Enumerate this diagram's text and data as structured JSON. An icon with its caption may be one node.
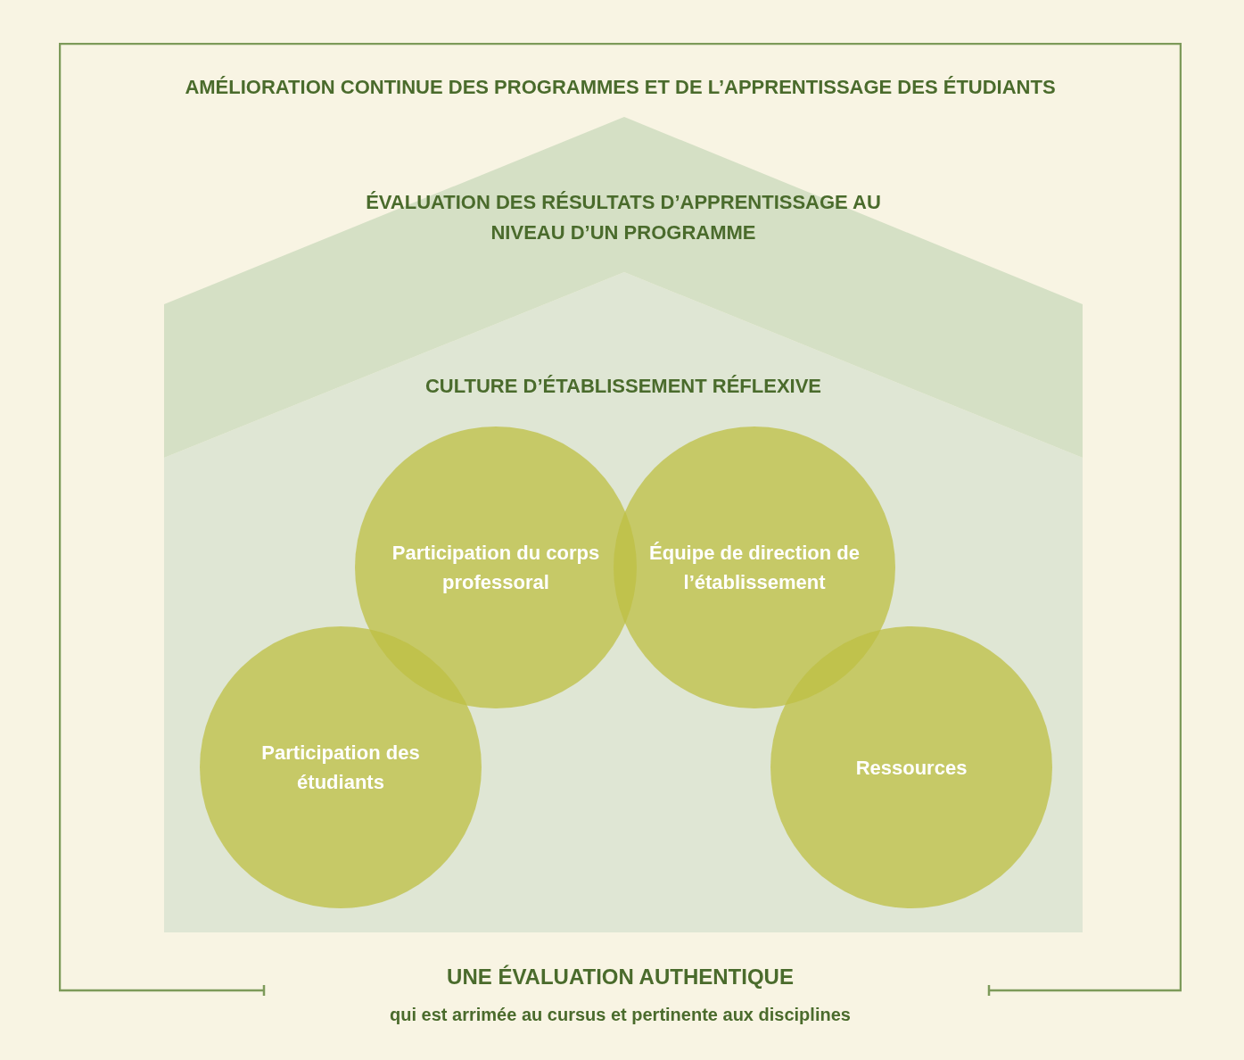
{
  "diagram": {
    "nodes": [
      {
        "text": [
          "AMÉLIORATION CONTINUE DES PROGRAMMES ET DE L’APPRENTISSAGE DES ÉTUDIANTS",
          "UNE ÉVALUATION AUTHENTIQUE",
          "qui est arrimée au cursus et pertinente aux disciplines"
        ]
      },
      {
        "text": [
          "ÉVALUATION DES RÉSULTATS D’APPRENTISSAGE AU NIVEAU D’UN PROGRAMME"
        ],
        "in": 0
      },
      {
        "text": [
          "CULTURE D’ÉTABLISSEMENT RÉFLEXIVE"
        ],
        "in": 0
      },
      {
        "text": [
          "Participation du corps professoral"
        ],
        "in": 2
      },
      {
        "text": [
          "Équipe de direction de l’établissement"
        ],
        "in": 2
      },
      {
        "text": [
          "Participation des étudiants"
        ],
        "in": 2
      },
      {
        "text": [
          "Ressources"
        ],
        "in": 2
      }
    ]
  }
}
